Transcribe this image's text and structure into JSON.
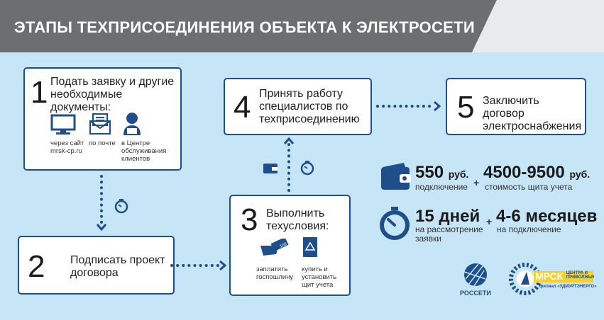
{
  "header": {
    "title": "ЭТАПЫ ТЕХПРИСОЕДИНЕНИЯ ОБЪЕКТА К ЭЛЕКТРОСЕТИ"
  },
  "steps": [
    {
      "num": "1",
      "text": "Подать заявку и другие необходимые документы:",
      "options": [
        "через сайт mrsk-cp.ru",
        "по почте",
        "в Центре обслуживания клиентов"
      ]
    },
    {
      "num": "2",
      "text": "Подписать проект договора"
    },
    {
      "num": "3",
      "text": "Выполнить техусловия:",
      "options": [
        "заплатить госпошлину",
        "купить и установить щит учета"
      ],
      "bill": "100"
    },
    {
      "num": "4",
      "text": "Принять работу специалистов по техприсоединению"
    },
    {
      "num": "5",
      "text": "Заключить договор электроснабжения"
    }
  ],
  "costs": {
    "a_value": "550",
    "a_unit": "руб.",
    "a_label": "подключение",
    "b_value": "4500-9500",
    "b_unit": "руб.",
    "b_label": "стоимость щита учета",
    "plus": "+"
  },
  "times": {
    "a_value": "15 дней",
    "a_label": "на рассмотрение заявки",
    "b_value": "4-6 месяцев",
    "b_label": "на подключение",
    "plus": "+"
  },
  "logos": {
    "rosseti": "РОССЕТИ",
    "mrsk": "МРСК",
    "mrsk_sub": "ЦЕНТРА И ПРИВОЛЖЬЯ",
    "mrsk_branch": "филиал «УДМУРТЭНЕРГО»"
  },
  "colors": {
    "bg": "#c6e6f7",
    "header": "#6d6e70",
    "accent": "#1f4f8a"
  }
}
